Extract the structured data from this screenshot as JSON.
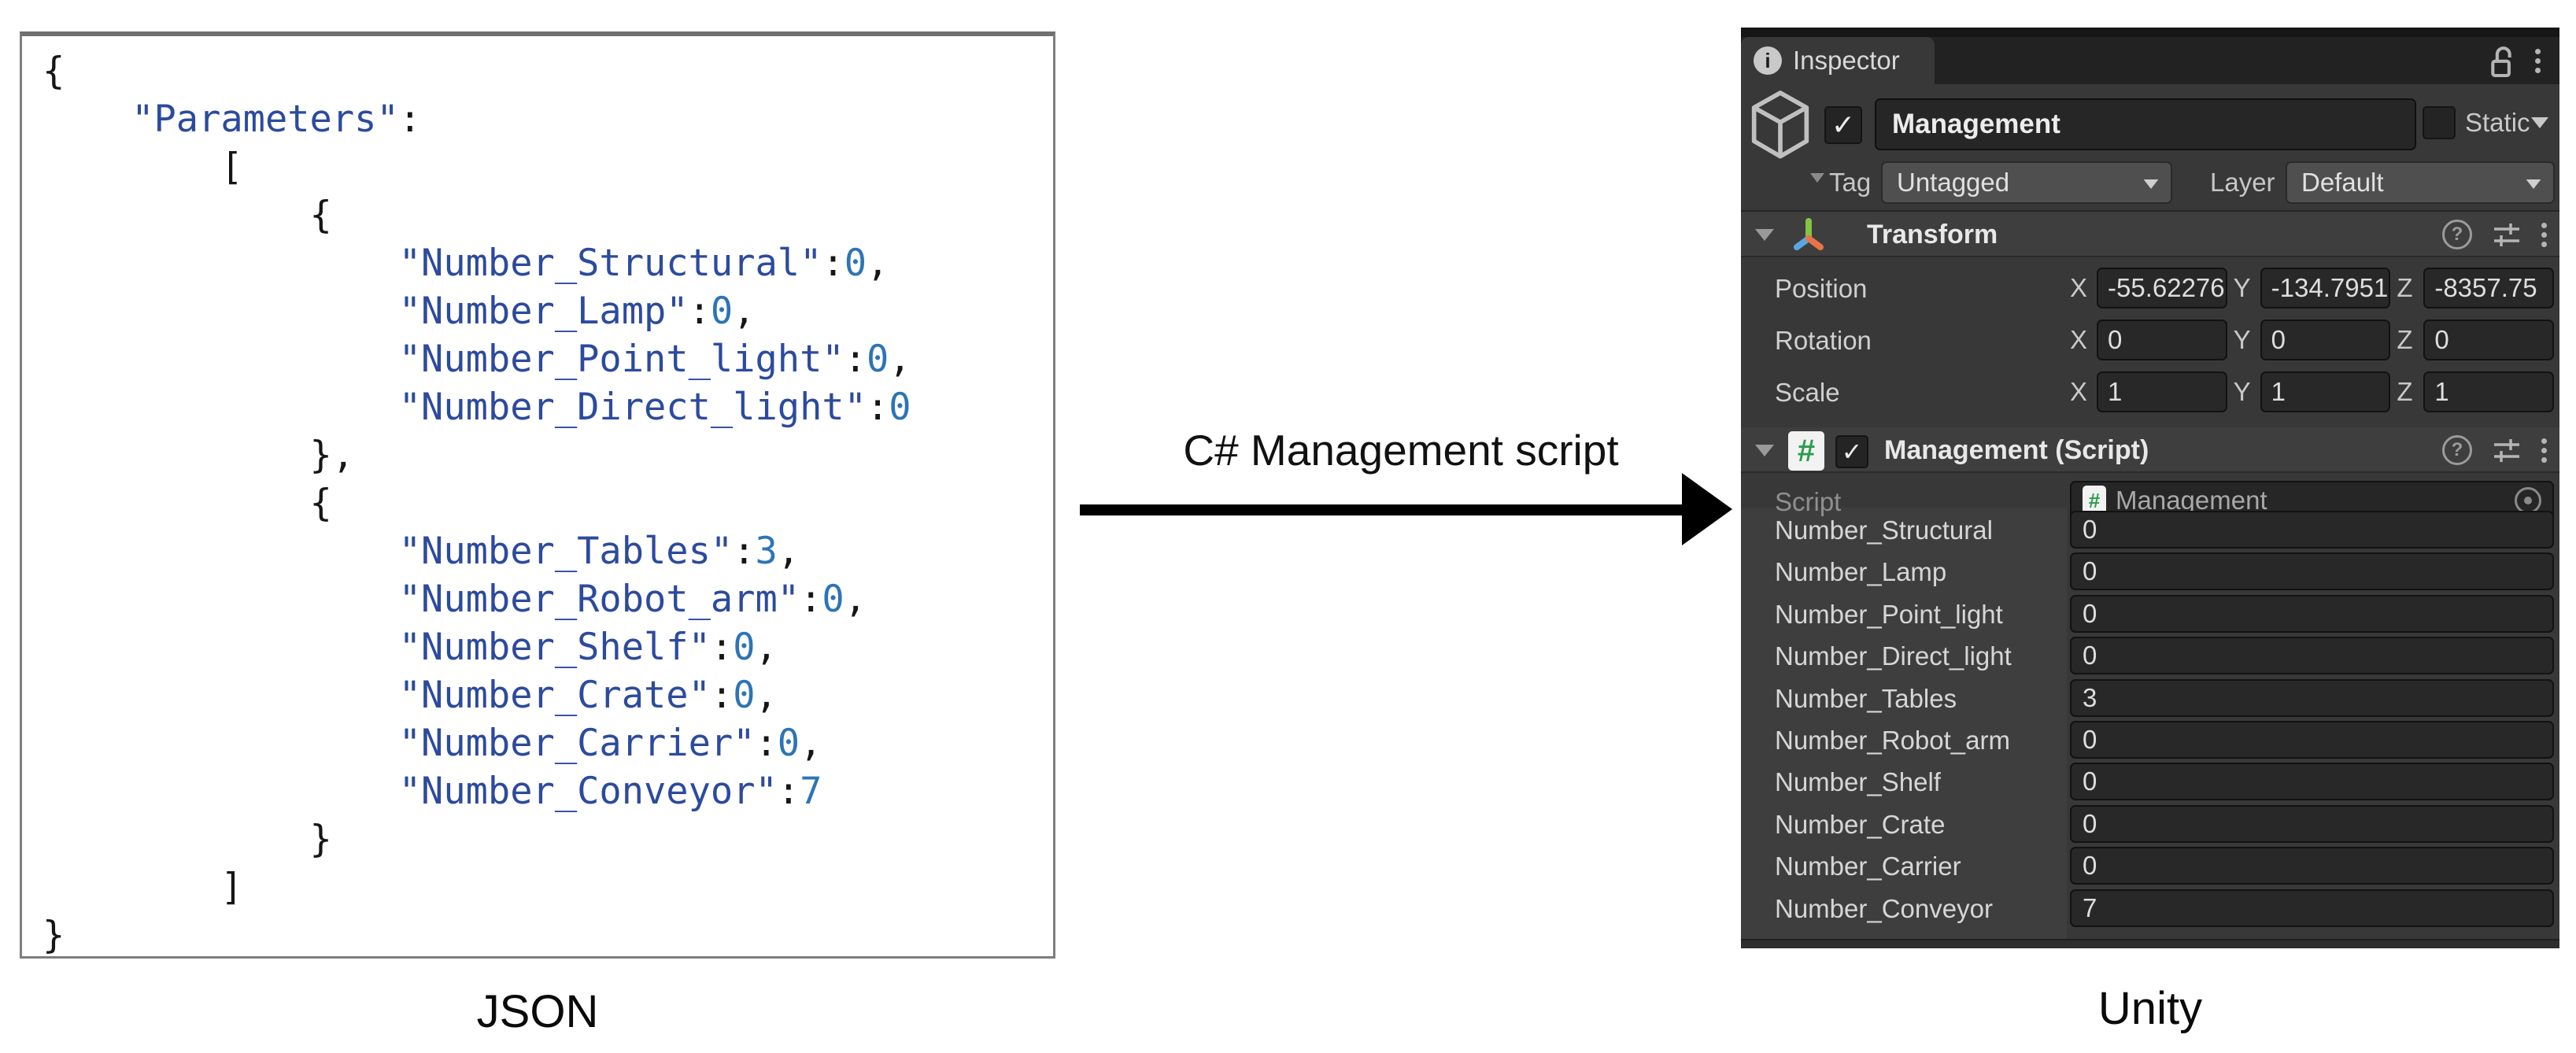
{
  "diagram": {
    "arrow_label": "C# Management script",
    "json_caption": "JSON",
    "unity_caption": "Unity"
  },
  "json_code": {
    "lines": [
      [
        [
          "{",
          "p"
        ]
      ],
      [
        [
          "    ",
          "p"
        ],
        [
          "\"Parameters\"",
          "k"
        ],
        [
          ":",
          "p"
        ]
      ],
      [
        [
          "        [",
          "p"
        ]
      ],
      [
        [
          "            {",
          "p"
        ]
      ],
      [
        [
          "                ",
          "p"
        ],
        [
          "\"Number_Structural\"",
          "k"
        ],
        [
          ":",
          "p"
        ],
        [
          "0",
          "v"
        ],
        [
          ",",
          "p"
        ]
      ],
      [
        [
          "                ",
          "p"
        ],
        [
          "\"Number_Lamp\"",
          "k"
        ],
        [
          ":",
          "p"
        ],
        [
          "0",
          "v"
        ],
        [
          ",",
          "p"
        ]
      ],
      [
        [
          "                ",
          "p"
        ],
        [
          "\"Number_Point_light\"",
          "k"
        ],
        [
          ":",
          "p"
        ],
        [
          "0",
          "v"
        ],
        [
          ",",
          "p"
        ]
      ],
      [
        [
          "                ",
          "p"
        ],
        [
          "\"Number_Direct_light\"",
          "k"
        ],
        [
          ":",
          "p"
        ],
        [
          "0",
          "v"
        ]
      ],
      [
        [
          "            },",
          "p"
        ]
      ],
      [
        [
          "            {",
          "p"
        ]
      ],
      [
        [
          "                ",
          "p"
        ],
        [
          "\"Number_Tables\"",
          "k"
        ],
        [
          ":",
          "p"
        ],
        [
          "3",
          "v"
        ],
        [
          ",",
          "p"
        ]
      ],
      [
        [
          "                ",
          "p"
        ],
        [
          "\"Number_Robot_arm\"",
          "k"
        ],
        [
          ":",
          "p"
        ],
        [
          "0",
          "v"
        ],
        [
          ",",
          "p"
        ]
      ],
      [
        [
          "                ",
          "p"
        ],
        [
          "\"Number_Shelf\"",
          "k"
        ],
        [
          ":",
          "p"
        ],
        [
          "0",
          "v"
        ],
        [
          ",",
          "p"
        ]
      ],
      [
        [
          "                ",
          "p"
        ],
        [
          "\"Number_Crate\"",
          "k"
        ],
        [
          ":",
          "p"
        ],
        [
          "0",
          "v"
        ],
        [
          ",",
          "p"
        ]
      ],
      [
        [
          "                ",
          "p"
        ],
        [
          "\"Number_Carrier\"",
          "k"
        ],
        [
          ":",
          "p"
        ],
        [
          "0",
          "v"
        ],
        [
          ",",
          "p"
        ]
      ],
      [
        [
          "                ",
          "p"
        ],
        [
          "\"Number_Conveyor\"",
          "k"
        ],
        [
          ":",
          "p"
        ],
        [
          "7",
          "v"
        ]
      ],
      [
        [
          "            }",
          "p"
        ]
      ],
      [
        [
          "        ]",
          "p"
        ]
      ],
      [
        [
          "}",
          "p"
        ]
      ]
    ]
  },
  "inspector": {
    "tab": "Inspector",
    "gameobject": {
      "name": "Management",
      "static_label": "Static",
      "tag_label": "Tag",
      "tag_value": "Untagged",
      "layer_label": "Layer",
      "layer_value": "Default"
    },
    "transform": {
      "title": "Transform",
      "axis_labels": [
        "X",
        "Y",
        "Z"
      ],
      "rows": [
        {
          "label": "Position",
          "x": "-55.62276",
          "y": "-134.7951",
          "z": "-8357.75"
        },
        {
          "label": "Rotation",
          "x": "0",
          "y": "0",
          "z": "0"
        },
        {
          "label": "Scale",
          "x": "1",
          "y": "1",
          "z": "1"
        }
      ]
    },
    "script_component": {
      "title": "Management (Script)",
      "script_row_label": "Script",
      "script_row_value": "Management",
      "properties": [
        {
          "name": "Number_Structural",
          "value": "0"
        },
        {
          "name": "Number_Lamp",
          "value": "0"
        },
        {
          "name": "Number_Point_light",
          "value": "0"
        },
        {
          "name": "Number_Direct_light",
          "value": "0"
        },
        {
          "name": "Number_Tables",
          "value": "3"
        },
        {
          "name": "Number_Robot_arm",
          "value": "0"
        },
        {
          "name": "Number_Shelf",
          "value": "0"
        },
        {
          "name": "Number_Crate",
          "value": "0"
        },
        {
          "name": "Number_Carrier",
          "value": "0"
        },
        {
          "name": "Number_Conveyor",
          "value": "7"
        }
      ]
    },
    "colors": {
      "panel_bg": "#383838",
      "header_bg": "#3e3e3e",
      "field_bg": "#282828",
      "json_key": "#2c4a9e",
      "json_value": "#2d74b5",
      "script_icon_green": "#2a9d4e",
      "axis_green": "#84c343",
      "axis_blue": "#5aa7e0",
      "axis_orange": "#e8734a"
    }
  }
}
